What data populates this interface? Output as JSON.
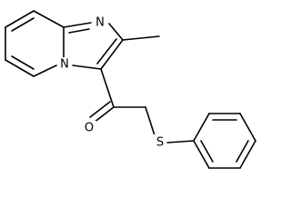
{
  "atoms": {
    "n_imine": "N",
    "n_bridge": "N",
    "o_carbonyl": "O",
    "s_thioether": "S"
  },
  "colors": {
    "bond": "#000000",
    "background": "#ffffff"
  }
}
